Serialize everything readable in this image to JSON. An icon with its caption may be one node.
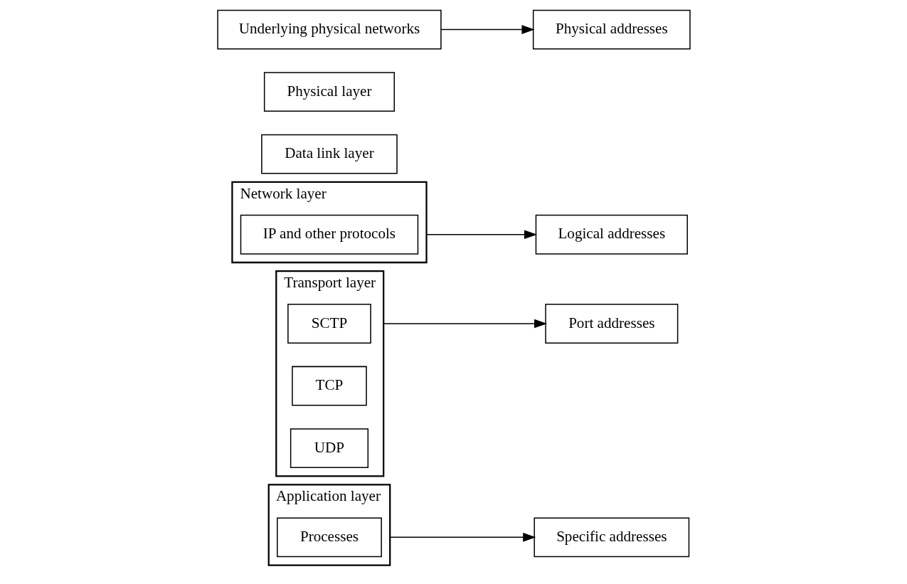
{
  "diagram": {
    "nodes": [
      {
        "text": [
          "Application layer"
        ]
      },
      {
        "text": [
          "Processes"
        ],
        "in": 0
      },
      {
        "text": [
          "Transport layer"
        ]
      },
      {
        "text": [
          "SCTP"
        ],
        "in": 2
      },
      {
        "text": [
          "TCP"
        ],
        "in": 2
      },
      {
        "text": [
          "UDP"
        ],
        "in": 2
      },
      {
        "text": [
          "Network layer"
        ]
      },
      {
        "text": [
          "IP and other protocols"
        ],
        "in": 6
      },
      {
        "text": [
          "Data link layer"
        ]
      },
      {
        "text": [
          "Physical layer"
        ]
      },
      {
        "text": [
          "Underlying physical networks"
        ]
      },
      {
        "text": [
          "Specific addresses"
        ]
      },
      {
        "text": [
          "Port addresses"
        ]
      },
      {
        "text": [
          "Logical addresses"
        ]
      },
      {
        "text": [
          "Physical addresses"
        ]
      }
    ],
    "edges": [
      {
        "from": 0,
        "to": 11,
        "arrow": "to"
      },
      {
        "from": 2,
        "to": 12,
        "arrow": "to"
      },
      {
        "from": 6,
        "to": 13,
        "arrow": "to"
      },
      {
        "from": 10,
        "to": 14,
        "arrow": "to"
      }
    ]
  }
}
